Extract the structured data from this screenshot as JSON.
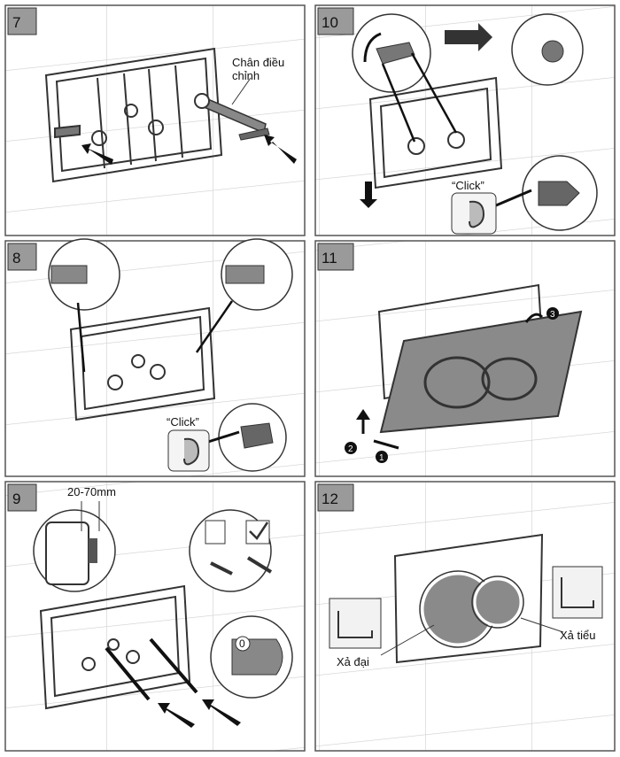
{
  "steps": [
    {
      "number": "7",
      "label": "Chân điều\nchỉnh"
    },
    {
      "number": "10",
      "label": "“Click”"
    },
    {
      "number": "8",
      "label": "“Click”"
    },
    {
      "number": "11",
      "callouts": [
        "1",
        "2",
        "3"
      ]
    },
    {
      "number": "9",
      "label": "20-70mm",
      "badge": "0"
    },
    {
      "number": "12",
      "left_label": "Xả đại",
      "right_label": "Xả tiểu"
    }
  ],
  "colors": {
    "frame": "#333333",
    "box_bg": "#9a9a9a",
    "plate": "#8a8a8a",
    "panel_bg": "#e9e9e9"
  }
}
